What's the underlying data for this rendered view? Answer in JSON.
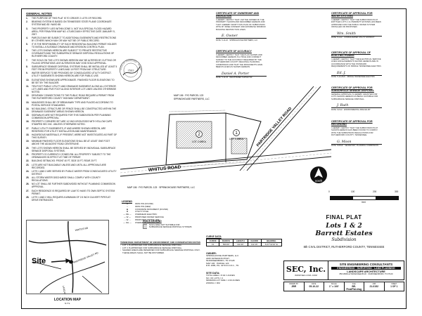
{
  "general_notes": {
    "title": "GENERAL NOTES",
    "items": [
      {
        "num": "1.",
        "text": "The purpose of this plat is to create 2 lots of record."
      },
      {
        "num": "2.",
        "text": "Bearing system is based on Tennessee State Plane Coordinate System NAD 83 / NAVD 88."
      },
      {
        "num": "3.",
        "text": "This property lies within Zone X, not in a special flood hazard area, per FEMA FIRM map no. 47149C0165 H effective date January 5, 2007."
      },
      {
        "num": "4.",
        "text": "Parcels may be subject to additional easements and restrictions by others which may or may not be of public record."
      },
      {
        "num": "5.",
        "text": "It is the responsibility of each residential building permit holder to install a suitable drainage and erosion control plan."
      },
      {
        "num": "6.",
        "text": "The lots shown hereon are subject to private restrictive covenants and the subsurface sewage disposal regulations of Rutherford County."
      },
      {
        "num": "7.",
        "text": "The soils on the lots shown hereon may be altered by cutting or filling operations. Any alteration may void soils approval."
      },
      {
        "num": "8.",
        "text": "Subsurface sewage disposal systems shall be installed at least 5 feet from property lines and 10 feet from any structure."
      },
      {
        "num": "9.",
        "text": "Water service to be provided by Consolidated Utility District. Utility easements shown hereon are for public use."
      },
      {
        "num": "10.",
        "text": "Elevations shown are approximate. Finished floor elevations to be set by the builder."
      },
      {
        "num": "11.",
        "text": "Ten foot public utility and drainage easement along all exterior lot lines and five foot along interior lot lines unless otherwise noted."
      },
      {
        "num": "12.",
        "text": "Driveway connections to the public road require a permit from the Rutherford County Highway Department."
      },
      {
        "num": "13.",
        "text": "Mailboxes shall be of breakaway type and placed according to postal service standards."
      },
      {
        "num": "14.",
        "text": "No building, structure or fence shall be constructed within the drainage easement areas shown hereon."
      },
      {
        "num": "15.",
        "text": "Sidewalks are not required for this subdivision per planning commission approval."
      },
      {
        "num": "16.",
        "text": "Property corners set are 1/2 inch iron rods with yellow caps stamped SEC Inc. unless otherwise noted."
      },
      {
        "num": "17.",
        "text": "Public utility easements, if and where shown hereon, are reserved for utility installation and maintenance."
      },
      {
        "num": "18.",
        "text": "Hazardous materials, if present, were not investigated as part of this survey."
      },
      {
        "num": "19.",
        "text": "Minimum finished floor elevations shall be at least one foot above the adjacent road centerline."
      },
      {
        "num": "20.",
        "text": "The lots shown hereon shall be served by individual subsurface sewage disposal systems."
      },
      {
        "num": "21.",
        "text": "Property is currently zoned RM. All property subject to the ordinances in effect at time of permit."
      },
      {
        "num": "22.",
        "text": "Building setbacks: front 40 ft, side 15 ft, rear 20 ft."
      },
      {
        "num": "23.",
        "text": "Lots are not buildable unless and until all approvals are recorded."
      },
      {
        "num": "24.",
        "text": "Lots 1 and 2 are served by public water from Consolidated Utility District."
      },
      {
        "num": "25.",
        "text": "All storm water discharge shall comply with county regulations."
      },
      {
        "num": "26.",
        "text": "No lot shall be further subdivided without planning commission approval."
      },
      {
        "num": "27.",
        "text": "Each residence is required by law to have its own septic system permit."
      },
      {
        "num": "28.",
        "text": "Lots 1 and 2 will require a minimum of 2.5 inch culvert pipes at drive entrances."
      }
    ]
  },
  "stamp": {
    "text": "STATE OF TENNESSEE · REGISTERED LAND SURVEYOR",
    "number": "2583"
  },
  "certificates": [
    {
      "title": "CERTIFICATE OF OWNERSHIP AND DEDICATION",
      "body": "I hereby certify that I am the owner of the property shown and described hereon and that I hereby adopt this plan of subdivision with my free consent and establish minimum building restriction lines.",
      "date_label": "DATE",
      "date_value": "5-11-22",
      "sig_value": "E. Owner",
      "sig_label": "Springhouse Partners, LLC"
    },
    {
      "title": "CERTIFICATE OF ACCURACY",
      "body": "I hereby certify that the plan shown and described hereon is a true and correct survey to the accuracy required by the Rutherford County Regional Planning Commission and that the monuments have been placed as shown hereon.",
      "date_label": "DATE",
      "date_value": "5-13-22",
      "sig_value": "Daniel A. Porter",
      "sig_label": "Registered Surveyor"
    },
    {
      "title": "CERTIFICATE OF APPROVAL FOR WATER SYSTEMS",
      "body": "I hereby certify that the subdivision plat entitled Lots 1 & 2 Barrett Estates has been approved for the public water system installed or proposed.",
      "date_label": "DATE",
      "date_value": "5-3-22",
      "sig_value": "Wm. Smith",
      "sig_label": "Consolidated Utility District"
    },
    {
      "title": "CERTIFICATE OF APPROVAL OF ELECTRIC POWER",
      "body": "I hereby certify that the electrical service lines and easements shown hereon are in accordance with the standard requirements of Middle Tennessee Electric.",
      "date_label": "DATE",
      "date_value": "5-10-2022",
      "sig_value": "Ed. J.",
      "sig_label": "Middle Tennessee Electric"
    },
    {
      "title": "CERTIFICATE OF APPROVAL FOR SUBSURFACE SEWAGE DISPOSAL",
      "body": "General approval is hereby granted for lots shown hereon as being suitable for subsurface sewage disposal.",
      "date_label": "DATE",
      "date_value": "6-8-22",
      "sig_value": "J. Ruth",
      "sig_label": "Environmental Specialist"
    },
    {
      "title": "CERTIFICATE OF APPROVAL FOR RECORDING",
      "body": "I hereby certify that the subdivision plat shown hereon has been found to comply with the subdivision regulations for Rutherford County, Tennessee.",
      "date_label": "DATE",
      "date_value": "5/26/22",
      "sig_value": "G. Moon",
      "sig_label": "Secretary, Planning Commission"
    }
  ],
  "map": {
    "road_main": "WHITUS ROAD",
    "road_diag": "PARTRIDGE VALLEY ROAD",
    "lot1_label": "1",
    "lot1_area": "LOT 1 AREA",
    "lot2_label": "2",
    "lot2_area": "LOT 2 AREA",
    "north_label": "north",
    "adj_owner_1": "MAP 106 · P/O PARCEL 123",
    "adj_owner_2": "SPRINGHOUSE PARTNERS, LLC",
    "adj_owner_3": "MAP 106 · P/O PARCEL 123 · SPRINGHOUSE PARTNERS, LLC",
    "scale_ticks": [
      "0",
      "100",
      "200",
      "300"
    ],
    "scale_unit": "feet"
  },
  "legend": {
    "title": "LEGEND",
    "items": [
      "IRON PIN (FOUND)",
      "IRON PIN (NEW)",
      "CONCRETE MONUMENT (FOUND)",
      "UTILITY POLE",
      "OVERHEAD ELECTRIC",
      "PROPOSED WATER SERVICE",
      "PROPOSED WATER LINE",
      "OVERHEAD UTILITY LINE"
    ]
  },
  "soils": {
    "title": "SOILS LEGEND",
    "text": "SOILS AREA NOT SUITABLE FOR SUBSURFACE SEWAGE DISPOSAL SYSTEMS"
  },
  "environment_notes": {
    "title": "TENNESSEE DEPARTMENT OF ENVIRONMENT AND CONSERVATION NOTES",
    "items": [
      "Lot 1 is approved for subsurface sewage disposal.",
      "Lot 2 is approved for subsurface sewage disposal.",
      "Shaded areas are reserved for subsurface sewage disposal only. These areas shall not be disturbed."
    ]
  },
  "curve_data": {
    "title": "CURVE DATA",
    "headers": [
      "CURVE",
      "RADIUS",
      "LENGTH",
      "CHORD",
      "BEARING"
    ],
    "rows": [
      [
        "C1",
        "500.00'",
        "112.40'",
        "112.16'",
        "N 47°12'10\" E"
      ]
    ]
  },
  "owner_info": {
    "title": "OWNER:",
    "lines": [
      "SPRINGHOUSE PARTNERS, LLC",
      "2206 VETERANS PKWY",
      "MURFREESBORO, TN 37128",
      "MAP 106 · PARCEL 123",
      "R.B. 2086, PG. 3270 R.O.R.C., TN"
    ]
  },
  "site_data": {
    "title": "SITE DATA:",
    "lines": [
      "TOTAL AREA = 8.04 ± ACRES",
      "NO. OF LOTS = 2",
      "MINIMUM LOT SIZE = 2.00 ACRES",
      "ZONING = RM"
    ]
  },
  "location_map": {
    "title": "LOCATION MAP",
    "subtitle": "N.T.S.",
    "site_label": "Site",
    "roads": [
      "WHITUS RD",
      "PARTRIDGE VALLEY RD",
      "LASCASSAS PIKE"
    ]
  },
  "title_block": {
    "plat_type": "FINAL PLAT",
    "lots": "Lots 1 & 2",
    "name": "Barrett Estates",
    "kind": "Subdivision",
    "district": "8th CIVIL DISTRICT, RUTHERFORD COUNTY, TENNESSEE",
    "firm": "SEC, Inc.",
    "firm_url": "WWW.SEC-CIVIL.COM",
    "services_head": "SITE ENGINEERING CONSULTANTS",
    "services_line": "ENGINEERING · SURVEYING · LAND PLANNING",
    "services_tail": "LANDSCAPE ARCHITECTURE",
    "address": "850 MIDDLE TENNESSEE BLVD · MURFREESBORO, TN 37129",
    "cells": [
      {
        "label": "DRAWN BY",
        "value": "JBR"
      },
      {
        "label": "DATE",
        "value": "05-10-22"
      },
      {
        "label": "SCALE",
        "value": "1\" = 100'"
      },
      {
        "label": "FILE",
        "value": "BE-FinalPlat.dwg"
      },
      {
        "label": "JOB",
        "value": "21-0152"
      },
      {
        "label": "SHEET",
        "value": "1 OF 1"
      }
    ]
  }
}
